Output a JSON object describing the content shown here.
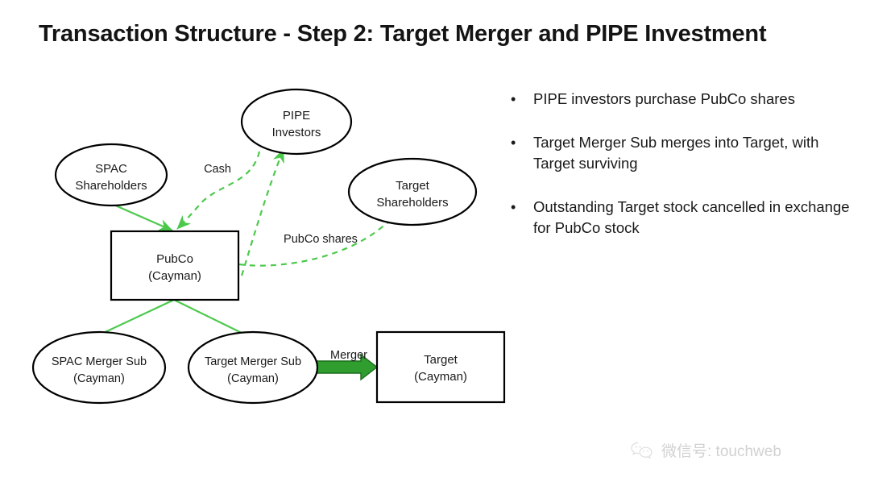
{
  "slide": {
    "title": "Transaction Structure - Step 2: Target Merger and PIPE Investment",
    "background": "#ffffff"
  },
  "colors": {
    "connector_green": "#4cc94c",
    "merger_arrow_green": "#2f9e2f",
    "shape_outline": "#000000",
    "text": "#1a1a1a"
  },
  "diagram": {
    "nodes": [
      {
        "id": "pipe-investors",
        "shape": "ellipse",
        "line1": "PIPE",
        "line2": "Investors"
      },
      {
        "id": "spac-shareholders",
        "shape": "ellipse",
        "line1": "SPAC",
        "line2": "Shareholders"
      },
      {
        "id": "target-shareholders",
        "shape": "ellipse",
        "line1": "Target",
        "line2": "Shareholders"
      },
      {
        "id": "pubco",
        "shape": "rectangle",
        "line1": "PubCo",
        "line2": "(Cayman)"
      },
      {
        "id": "spac-merger-sub",
        "shape": "ellipse",
        "line1": "SPAC Merger Sub",
        "line2": "(Cayman)"
      },
      {
        "id": "target-merger-sub",
        "shape": "ellipse",
        "line1": "Target Merger Sub",
        "line2": "(Cayman)"
      },
      {
        "id": "target",
        "shape": "rectangle",
        "line1": "Target",
        "line2": "(Cayman)"
      }
    ],
    "edge_labels": {
      "cash": "Cash",
      "pubco_shares": "PubCo shares",
      "merger": "Merger"
    }
  },
  "bullets": {
    "marker": "•",
    "items": [
      "PIPE investors purchase PubCo shares",
      "Target Merger Sub merges into Target, with Target surviving",
      "Outstanding Target stock cancelled in exchange for PubCo stock"
    ]
  },
  "watermark": {
    "text": "微信号: touchweb"
  }
}
